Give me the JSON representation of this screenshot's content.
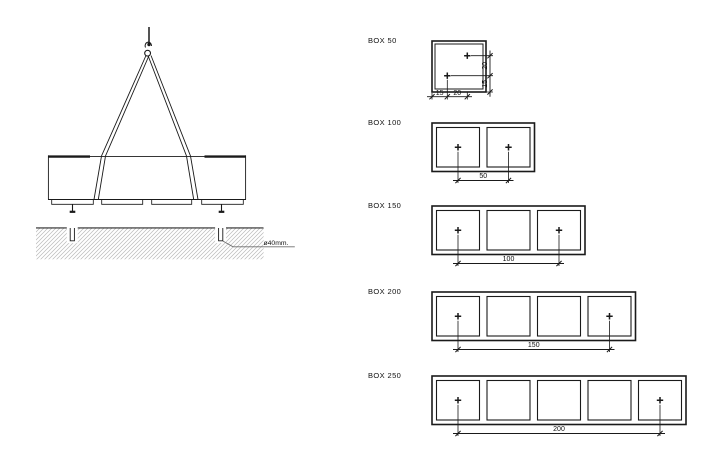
{
  "lifting": {
    "hole_label": "ø40mm."
  },
  "boxes": {
    "rows": [
      {
        "label": "BOX 50",
        "cells": 1,
        "marked": [
          0
        ],
        "dims": {
          "bottom": [
            "15",
            "20"
          ],
          "side": [
            "20",
            "15"
          ]
        }
      },
      {
        "label": "BOX 100",
        "cells": 2,
        "marked": [
          0,
          1
        ],
        "dim": "50"
      },
      {
        "label": "BOX 150",
        "cells": 3,
        "marked": [
          0,
          2
        ],
        "dim": "100"
      },
      {
        "label": "BOX 200",
        "cells": 4,
        "marked": [
          0,
          3
        ],
        "dim": "150"
      },
      {
        "label": "BOX 250",
        "cells": 5,
        "marked": [
          0,
          4
        ],
        "dim": "200"
      }
    ]
  },
  "colors": {
    "line": "#1a1a1a",
    "ground_line": "#2a2a2a",
    "hatch": "#b9b9b9",
    "leader": "#6e6e6e"
  }
}
